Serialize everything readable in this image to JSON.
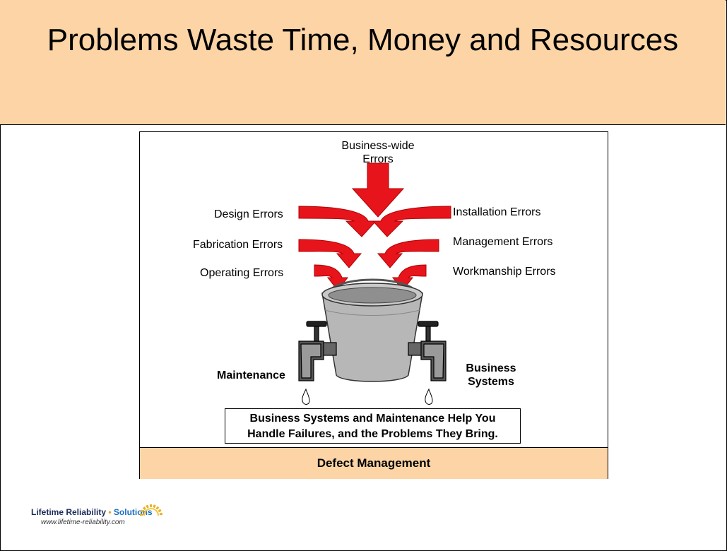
{
  "title": "Problems Waste Time, Money and Resources",
  "diagram": {
    "top_label": "Business-wide\nErrors",
    "left_labels": [
      "Design Errors",
      "Fabrication Errors",
      "Operating Errors"
    ],
    "right_labels": [
      "Installation Errors",
      "Management Errors",
      "Workmanship Errors"
    ],
    "left_tap": "Maintenance",
    "right_tap": "Business\nSystems",
    "callout": "Business Systems and Maintenance Help You\nHandle Failures, and the Problems They Bring.",
    "footer": "Defect Management"
  },
  "logo": {
    "name_1": "Lifetime Reliability",
    "separator": "•",
    "name_2": "Solutions",
    "url": "www.lifetime-reliability.com"
  },
  "colors": {
    "band": "#fcd4a5",
    "arrow": "#e8141c",
    "bucket": "#b7b7b7"
  }
}
